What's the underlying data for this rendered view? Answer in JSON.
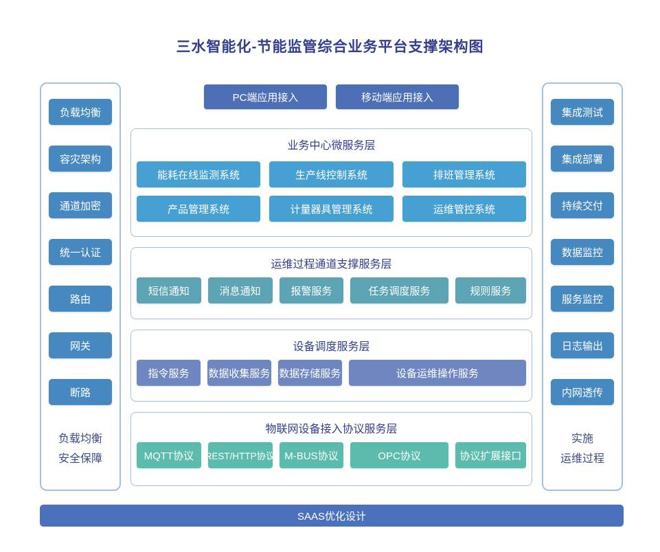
{
  "title": "三水智能化-节能监管综合业务平台支撑架构图",
  "left_panel": {
    "items": [
      "负载均衡",
      "容灾架构",
      "通道加密",
      "统一认证",
      "路由",
      "网关",
      "断路"
    ],
    "caption": [
      "负载均衡",
      "安全保障"
    ]
  },
  "right_panel": {
    "items": [
      "集成测试",
      "集成部署",
      "持续交付",
      "数据监控",
      "服务监控",
      "日志输出",
      "内网透传"
    ],
    "caption": [
      "实施",
      "运维过程"
    ]
  },
  "access_buttons": [
    "PC端应用接入",
    "移动端应用接入"
  ],
  "sections": [
    {
      "title": "业务中心微服务层",
      "items": [
        "能耗在线监测系统",
        "生产线控制系统",
        "排班管理系统",
        "产品管理系统",
        "计量器具管理系统",
        "运维管控系统"
      ]
    },
    {
      "title": "运维过程通道支撑服务层",
      "items": [
        "短信通知",
        "消息通知",
        "报警服务",
        "任务调度服务",
        "规则服务"
      ]
    },
    {
      "title": "设备调度服务层",
      "items": [
        "指令服务",
        "数据收集服务",
        "数据存储服务",
        "设备运维操作服务"
      ]
    },
    {
      "title": "物联网设备接入协议服务层",
      "items": [
        "MQTT协议",
        "REST/HTTP协议",
        "M-BUS协议",
        "OPC协议",
        "协议扩展接口"
      ]
    }
  ],
  "bottom_bar": "SAAS优化设计",
  "colors": {
    "title_text": "#333E91",
    "panel_border": "#A6C1DC",
    "sidebar_node": "#4689C0",
    "access_node": "#4C6FB5",
    "business_node": "#46A0D2",
    "channel_node": "#5CA3B4",
    "scheduling_node": "#6F87C0",
    "protocol_node": "#5BBBAD",
    "bottom_bar": "#4A72BC",
    "caption_text": "#3E4C85"
  }
}
